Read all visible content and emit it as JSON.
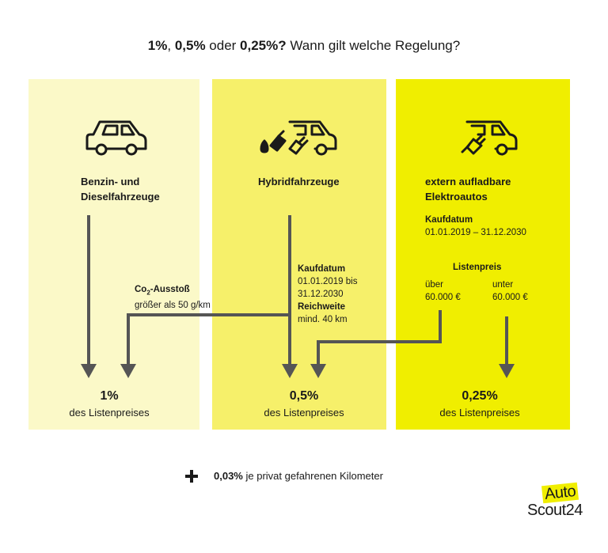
{
  "title": {
    "p1": "1%",
    "sep1": ", ",
    "p2": "0,5%",
    "sep2": " oder ",
    "p3": "0,25%?",
    "rest": " Wann gilt welche Regelung?"
  },
  "columns": [
    {
      "label_line1": "Benzin- und",
      "label_line2": "Dieselfahrzeuge",
      "icon": "car-icon",
      "result_pct": "1%",
      "result_text": "des Listenpreises"
    },
    {
      "label_line1": "Hybridfahrzeuge",
      "icon": "hybrid-car-icon",
      "kaufdatum_label": "Kaufdatum",
      "kaufdatum_line1": "01.01.2019 bis",
      "kaufdatum_line2": "31.12.2030",
      "reichweite_label": "Reichweite",
      "reichweite_value": "mind. 40 km",
      "result_pct": "0,5%",
      "result_text": "des Listenpreises"
    },
    {
      "label_line1": "extern aufladbare",
      "label_line2": "Elektroautos",
      "icon": "electric-car-icon",
      "kaufdatum_label": "Kaufdatum",
      "kaufdatum_value": "01.01.2019 – 31.12.2030",
      "listenpreis_label": "Listenpreis",
      "over_label": "über",
      "over_value": "60.000 €",
      "under_label": "unter",
      "under_value": "60.000 €",
      "result_pct": "0,25%",
      "result_text": "des Listenpreises"
    }
  ],
  "co2": {
    "label_main": "Co",
    "label_sub": "2",
    "label_rest": "-Ausstoß",
    "condition": "größer als 50 g/km"
  },
  "footer": {
    "icon": "plus-icon",
    "pct": "0,03%",
    "text": " je privat gefahrenen Kilometer"
  },
  "logo": {
    "line1": "Auto",
    "line2": "Scout24"
  },
  "colors": {
    "col1": "#fbf9c8",
    "col2": "#f6f06a",
    "col3": "#f0ee00",
    "arrow": "#555555"
  }
}
